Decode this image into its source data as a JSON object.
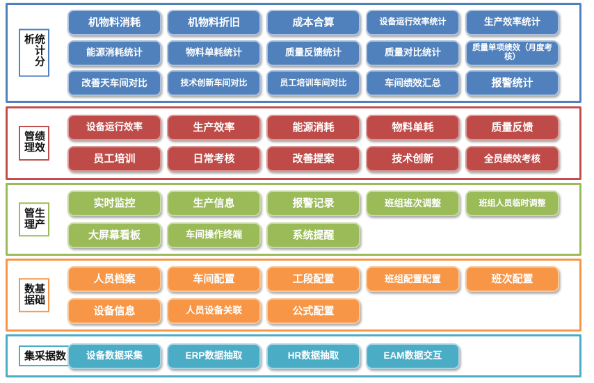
{
  "palette": {
    "blue": "#4F81BD",
    "red": "#C0504D",
    "green": "#9BBB59",
    "orange": "#F79646",
    "teal": "#4BACC6",
    "button_text": "#FFFFFF",
    "label_text": "#111111"
  },
  "sections": [
    {
      "label": "统计分析",
      "color": "#4F81BD",
      "rows": [
        [
          "机物料消耗",
          "机物料折旧",
          "成本合算",
          "设备运行效率统计",
          "生产效率统计"
        ],
        [
          "能源消耗统计",
          "物料单耗统计",
          "质量反馈统计",
          "质量对比统计",
          "质量单项绩效（月度考核）"
        ],
        [
          "改善天车间对比",
          "技术创新车间对比",
          "员工培训车间对比",
          "车间绩效汇总",
          "报警统计"
        ]
      ]
    },
    {
      "label": "绩效管理",
      "color": "#C0504D",
      "rows": [
        [
          "设备运行效率",
          "生产效率",
          "能源消耗",
          "物料单耗",
          "质量反馈"
        ],
        [
          "员工培训",
          "日常考核",
          "改善提案",
          "技术创新",
          "全员绩效考核"
        ]
      ]
    },
    {
      "label": "生产管理",
      "color": "#9BBB59",
      "rows": [
        [
          "实时监控",
          "生产信息",
          "报警记录",
          "班组班次调整",
          "班组人员临时调整"
        ],
        [
          "大屏幕看板",
          "车间操作终端",
          "系统提醒"
        ]
      ]
    },
    {
      "label": "基础数据",
      "color": "#F79646",
      "rows": [
        [
          "人员档案",
          "车间配置",
          "工段配置",
          "班组配置配置",
          "班次配置"
        ],
        [
          "设备信息",
          "人员设备关联",
          "公式配置"
        ]
      ]
    },
    {
      "label": "数据采集",
      "color": "#4BACC6",
      "rows": [
        [
          "设备数据采集",
          "ERP数据抽取",
          "HR数据抽取",
          "EAM数据交互"
        ]
      ]
    }
  ]
}
